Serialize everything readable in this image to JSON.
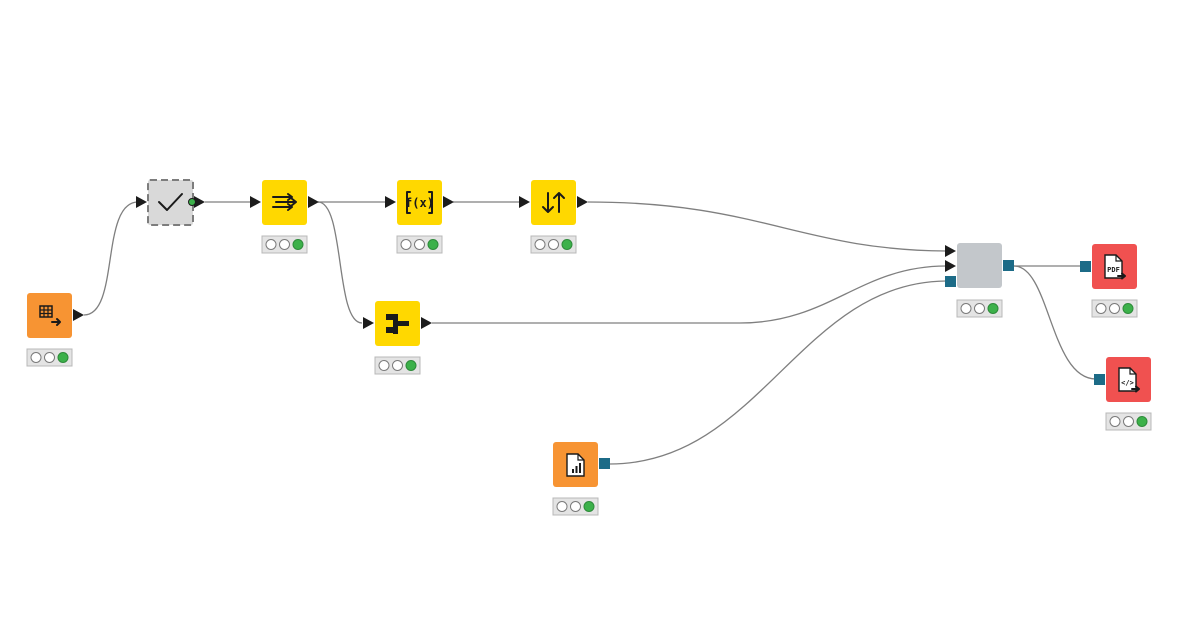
{
  "workflow": {
    "nodes": [
      {
        "id": "table-creator",
        "icon": "table-arrow-icon",
        "color": "#f79433",
        "status": "executed"
      },
      {
        "id": "component",
        "icon": "checkmark-icon",
        "color": "#d9d9d9",
        "status": "executed"
      },
      {
        "id": "column-filter",
        "icon": "column-filter-icon",
        "color": "#ffd800",
        "status": "executed"
      },
      {
        "id": "math-formula",
        "icon": "function-fx-icon",
        "color": "#ffd800",
        "status": "executed"
      },
      {
        "id": "sorter",
        "icon": "sort-arrows-icon",
        "color": "#ffd800",
        "status": "executed"
      },
      {
        "id": "splitter",
        "icon": "split-branch-icon",
        "color": "#ffd800",
        "status": "executed"
      },
      {
        "id": "report-source",
        "icon": "report-chart-icon",
        "color": "#f79433",
        "status": "executed"
      },
      {
        "id": "report-template",
        "icon": "blank-icon",
        "color": "#c3c7cb",
        "status": "executed"
      },
      {
        "id": "pdf-writer",
        "icon": "pdf-file-icon",
        "color": "#f05150",
        "status": "executed"
      },
      {
        "id": "html-writer",
        "icon": "html-file-icon",
        "color": "#f05150",
        "status": "executed"
      }
    ],
    "edges": [
      {
        "from": "table-creator",
        "to": "component"
      },
      {
        "from": "component",
        "to": "column-filter"
      },
      {
        "from": "column-filter",
        "to": "math-formula"
      },
      {
        "from": "column-filter",
        "to": "splitter"
      },
      {
        "from": "math-formula",
        "to": "sorter"
      },
      {
        "from": "sorter",
        "to": "report-template"
      },
      {
        "from": "splitter",
        "to": "report-template"
      },
      {
        "from": "report-source",
        "to": "report-template"
      },
      {
        "from": "report-template",
        "to": "pdf-writer"
      },
      {
        "from": "report-template",
        "to": "html-writer"
      }
    ],
    "status_colors": {
      "executed": "#3cb14a",
      "light_off": "#ffffff",
      "traffic_bg": "#e4e4e4"
    },
    "icon_labels": {
      "math": "f(x)",
      "pdf": "PDF",
      "html": "</>"
    }
  }
}
